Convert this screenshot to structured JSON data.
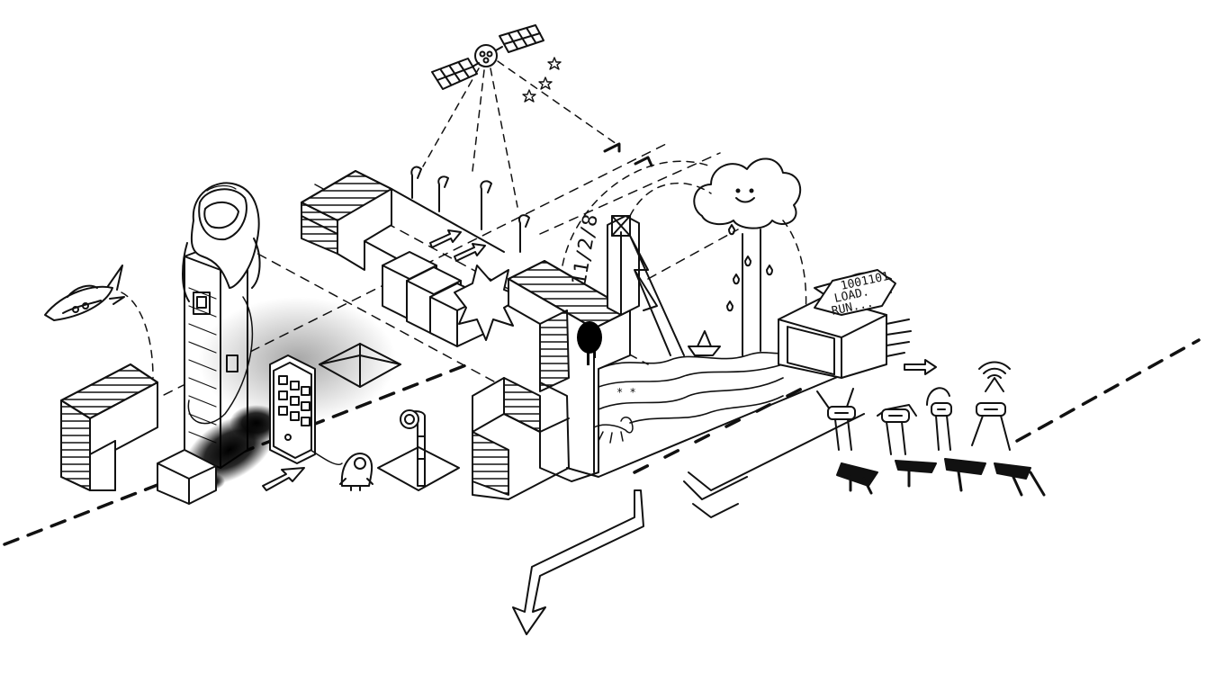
{
  "illustration": {
    "stroke_color": "#111111",
    "background_color": "#ffffff",
    "texts": {
      "binary": "1001101",
      "load": "LOAD.",
      "run": "RUN...",
      "date": "11/2/8"
    },
    "icons": [
      "satellite-icon",
      "star-icon",
      "cloud-icon",
      "rain-icon",
      "mine-tower-icon",
      "printer-icon",
      "robot-icon",
      "wifi-icon",
      "tablet-icon",
      "spaceship-icon",
      "astronaut-icon",
      "pipe-icon",
      "monster-icon",
      "explosion-icon",
      "paper-boat-icon",
      "scorpion-icon",
      "ink-splatter-icon",
      "arrow-icon"
    ]
  }
}
